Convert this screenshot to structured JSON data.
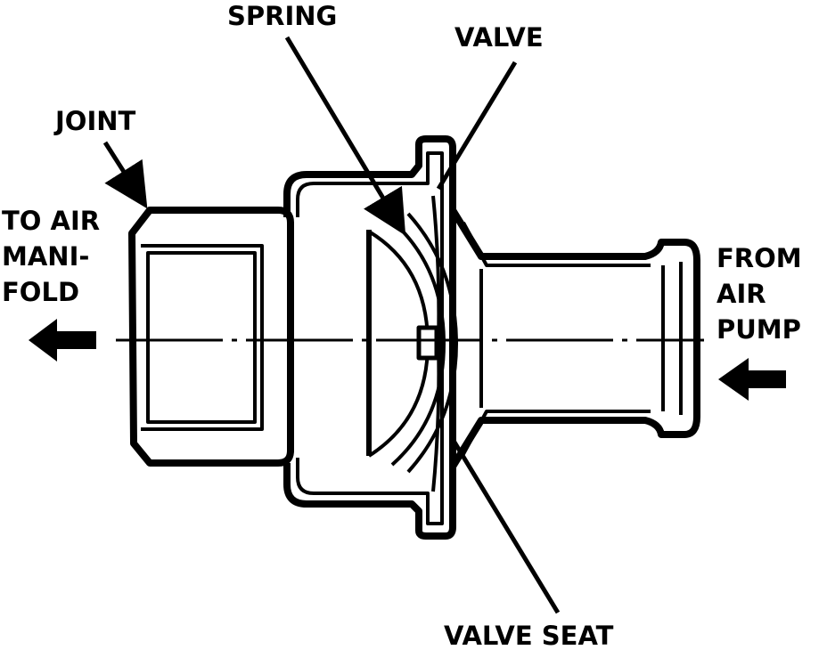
{
  "labels": {
    "spring": "SPRING",
    "valve": "VALVE",
    "joint": "JOINT",
    "to_air_manifold": [
      "TO AIR",
      "MANI-",
      "FOLD"
    ],
    "from_air_pump": [
      "FROM",
      "AIR",
      "PUMP"
    ],
    "valve_seat": "VALVE SEAT"
  },
  "colors": {
    "ink": "#000000",
    "paper": "#ffffff"
  }
}
